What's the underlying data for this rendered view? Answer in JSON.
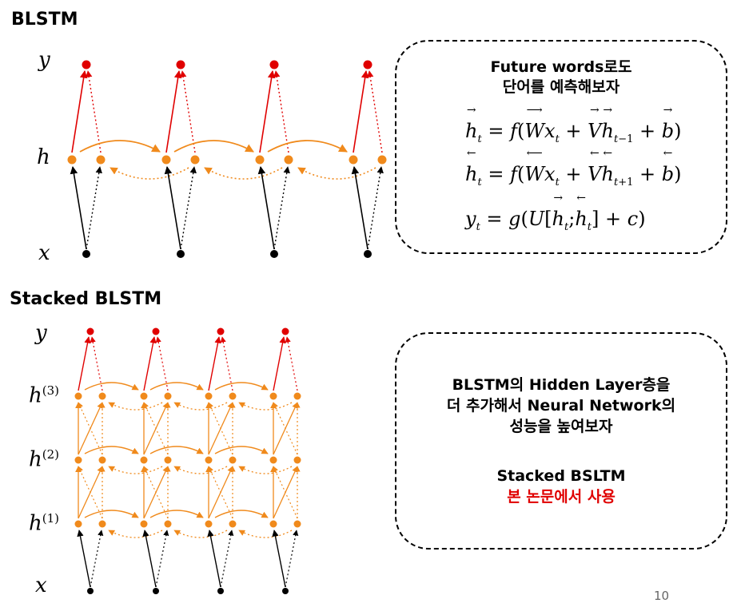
{
  "titles": {
    "blstm": "BLSTM",
    "stacked": "Stacked BLSTM"
  },
  "blstm_diagram": {
    "labels": {
      "y": "y",
      "h": "h",
      "x": "x"
    },
    "colors": {
      "output": "#e00000",
      "hidden": "#f08a1c",
      "input": "#000000"
    },
    "timesteps": 4
  },
  "stacked_diagram": {
    "labels": {
      "y": "y",
      "h3": "h",
      "h3_sup": "(3)",
      "h2": "h",
      "h2_sup": "(2)",
      "h1": "h",
      "h1_sup": "(1)",
      "x": "x"
    },
    "layers": 3,
    "timesteps": 4
  },
  "box1": {
    "line1": "Future words로도",
    "line2": "단어를 예측해보자",
    "equations": [
      {
        "lhs": "h",
        "lhs_arrow": "→",
        "lhs_sub": "t",
        "W_arrow": "⟶",
        "V_arrow": "→→",
        "h_sub": "t−1",
        "b_arrow": "→"
      },
      {
        "lhs": "h",
        "lhs_arrow": "←",
        "lhs_sub": "t",
        "W_arrow": "⟵",
        "V_arrow": "←←",
        "h_sub": "t+1",
        "b_arrow": "←"
      }
    ],
    "eq1": "= f(W x_t + V h_t−1 + b)",
    "eq3": "y_t = g(U[h_t; h_t] + c)"
  },
  "box2": {
    "line1": "BLSTM의 Hidden Layer층을",
    "line2": "더 추가해서 Neural Network의",
    "line3": "성능을 높여보자",
    "line4": "Stacked BSLTM",
    "line5": "본 논문에서 사용",
    "accent_color": "#e00000"
  },
  "page_number": "10"
}
